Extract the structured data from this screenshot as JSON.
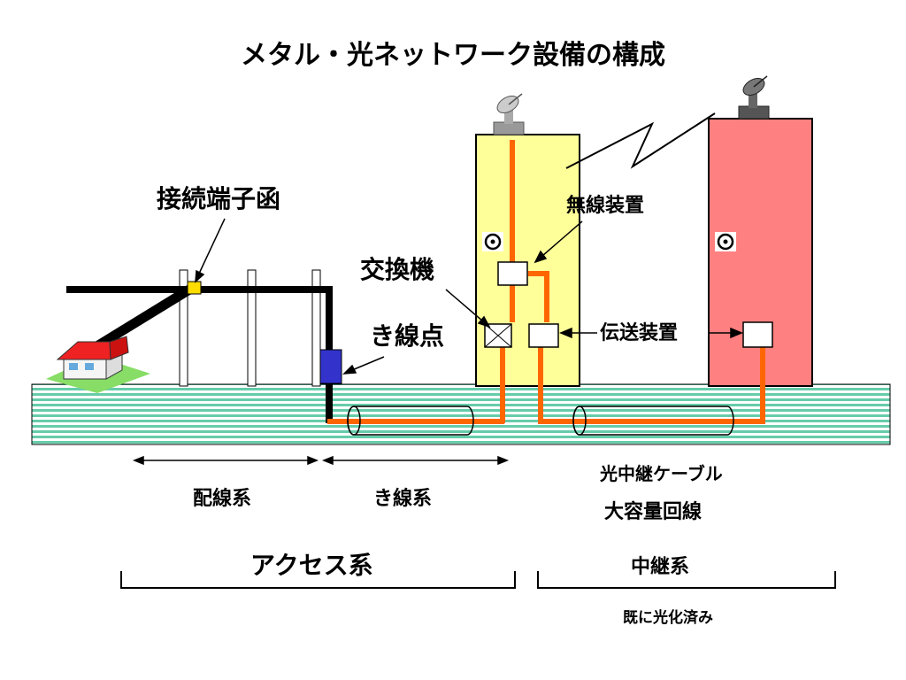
{
  "title": "メタル・光ネットワーク設備の構成",
  "labels": {
    "junction_box": "接続端子函",
    "exchange": "交換機",
    "feeder_point": "き線点",
    "radio_equipment": "無線装置",
    "transmission_equipment": "伝送装置",
    "optical_trunk_cable": "光中継ケーブル",
    "high_capacity_line": "大容量回線"
  },
  "ranges": {
    "distribution": "配線系",
    "feeder": "き線系"
  },
  "sections": {
    "access": "アクセス系",
    "trunk": "中継系",
    "trunk_note": "既に光化済み"
  },
  "colors": {
    "optical_fiber": "#ff6600",
    "metal_cable": "#000000",
    "ground_stripe": "#66ccaa",
    "exchange_building": "#ffff99",
    "relay_building": "#ff8080",
    "feeder_box": "#3333cc",
    "junction_box": "#ffdd00",
    "house_roof": "#ee2222"
  }
}
